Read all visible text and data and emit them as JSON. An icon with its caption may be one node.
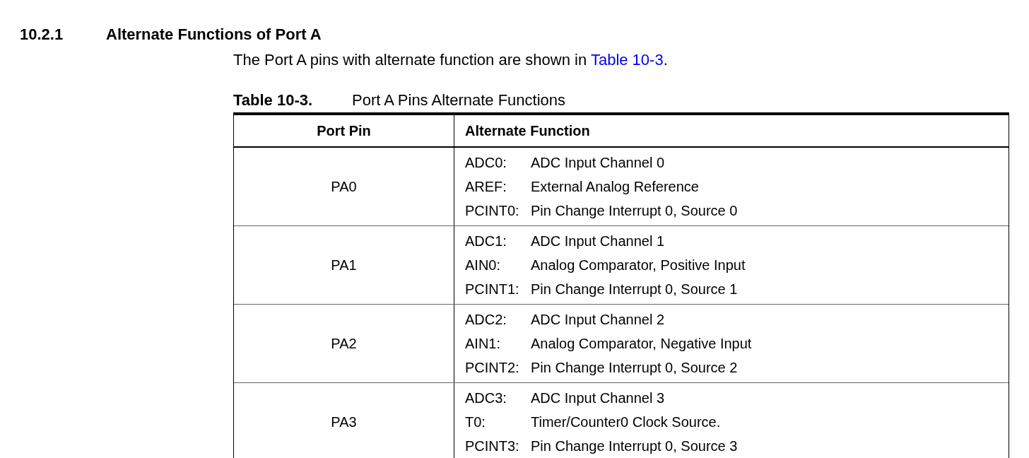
{
  "diagram": {
    "labels": [
      "10.2.1",
      "Alternate Functions of Port A",
      "The Port A pins with alternate function are shown in",
      "Table 10-3",
      ".",
      "Table 10-3.",
      "Port A Pins Alternate Functions",
      "Port Pin",
      "Alternate Function",
      "PA0",
      "ADC0:",
      "ADC Input Channel 0",
      "AREF:",
      "External Analog Reference",
      "PCINT0:",
      "Pin Change Interrupt 0, Source 0",
      "PA1",
      "ADC1:",
      "ADC Input Channel 1",
      "AIN0:",
      "Analog Comparator, Positive Input",
      "PCINT1:",
      "Pin Change Interrupt 0, Source 1",
      "PA2",
      "ADC2:",
      "ADC Input Channel 2",
      "AIN1:",
      "Analog Comparator, Negative Input",
      "PCINT2:",
      "Pin Change Interrupt 0, Source 2",
      "PA3",
      "ADC3:",
      "ADC Input Channel 3",
      "T0:",
      "Timer/Counter0 Clock Source.",
      "PCINT3:",
      "Pin Change Interrupt 0, Source 3"
    ]
  }
}
